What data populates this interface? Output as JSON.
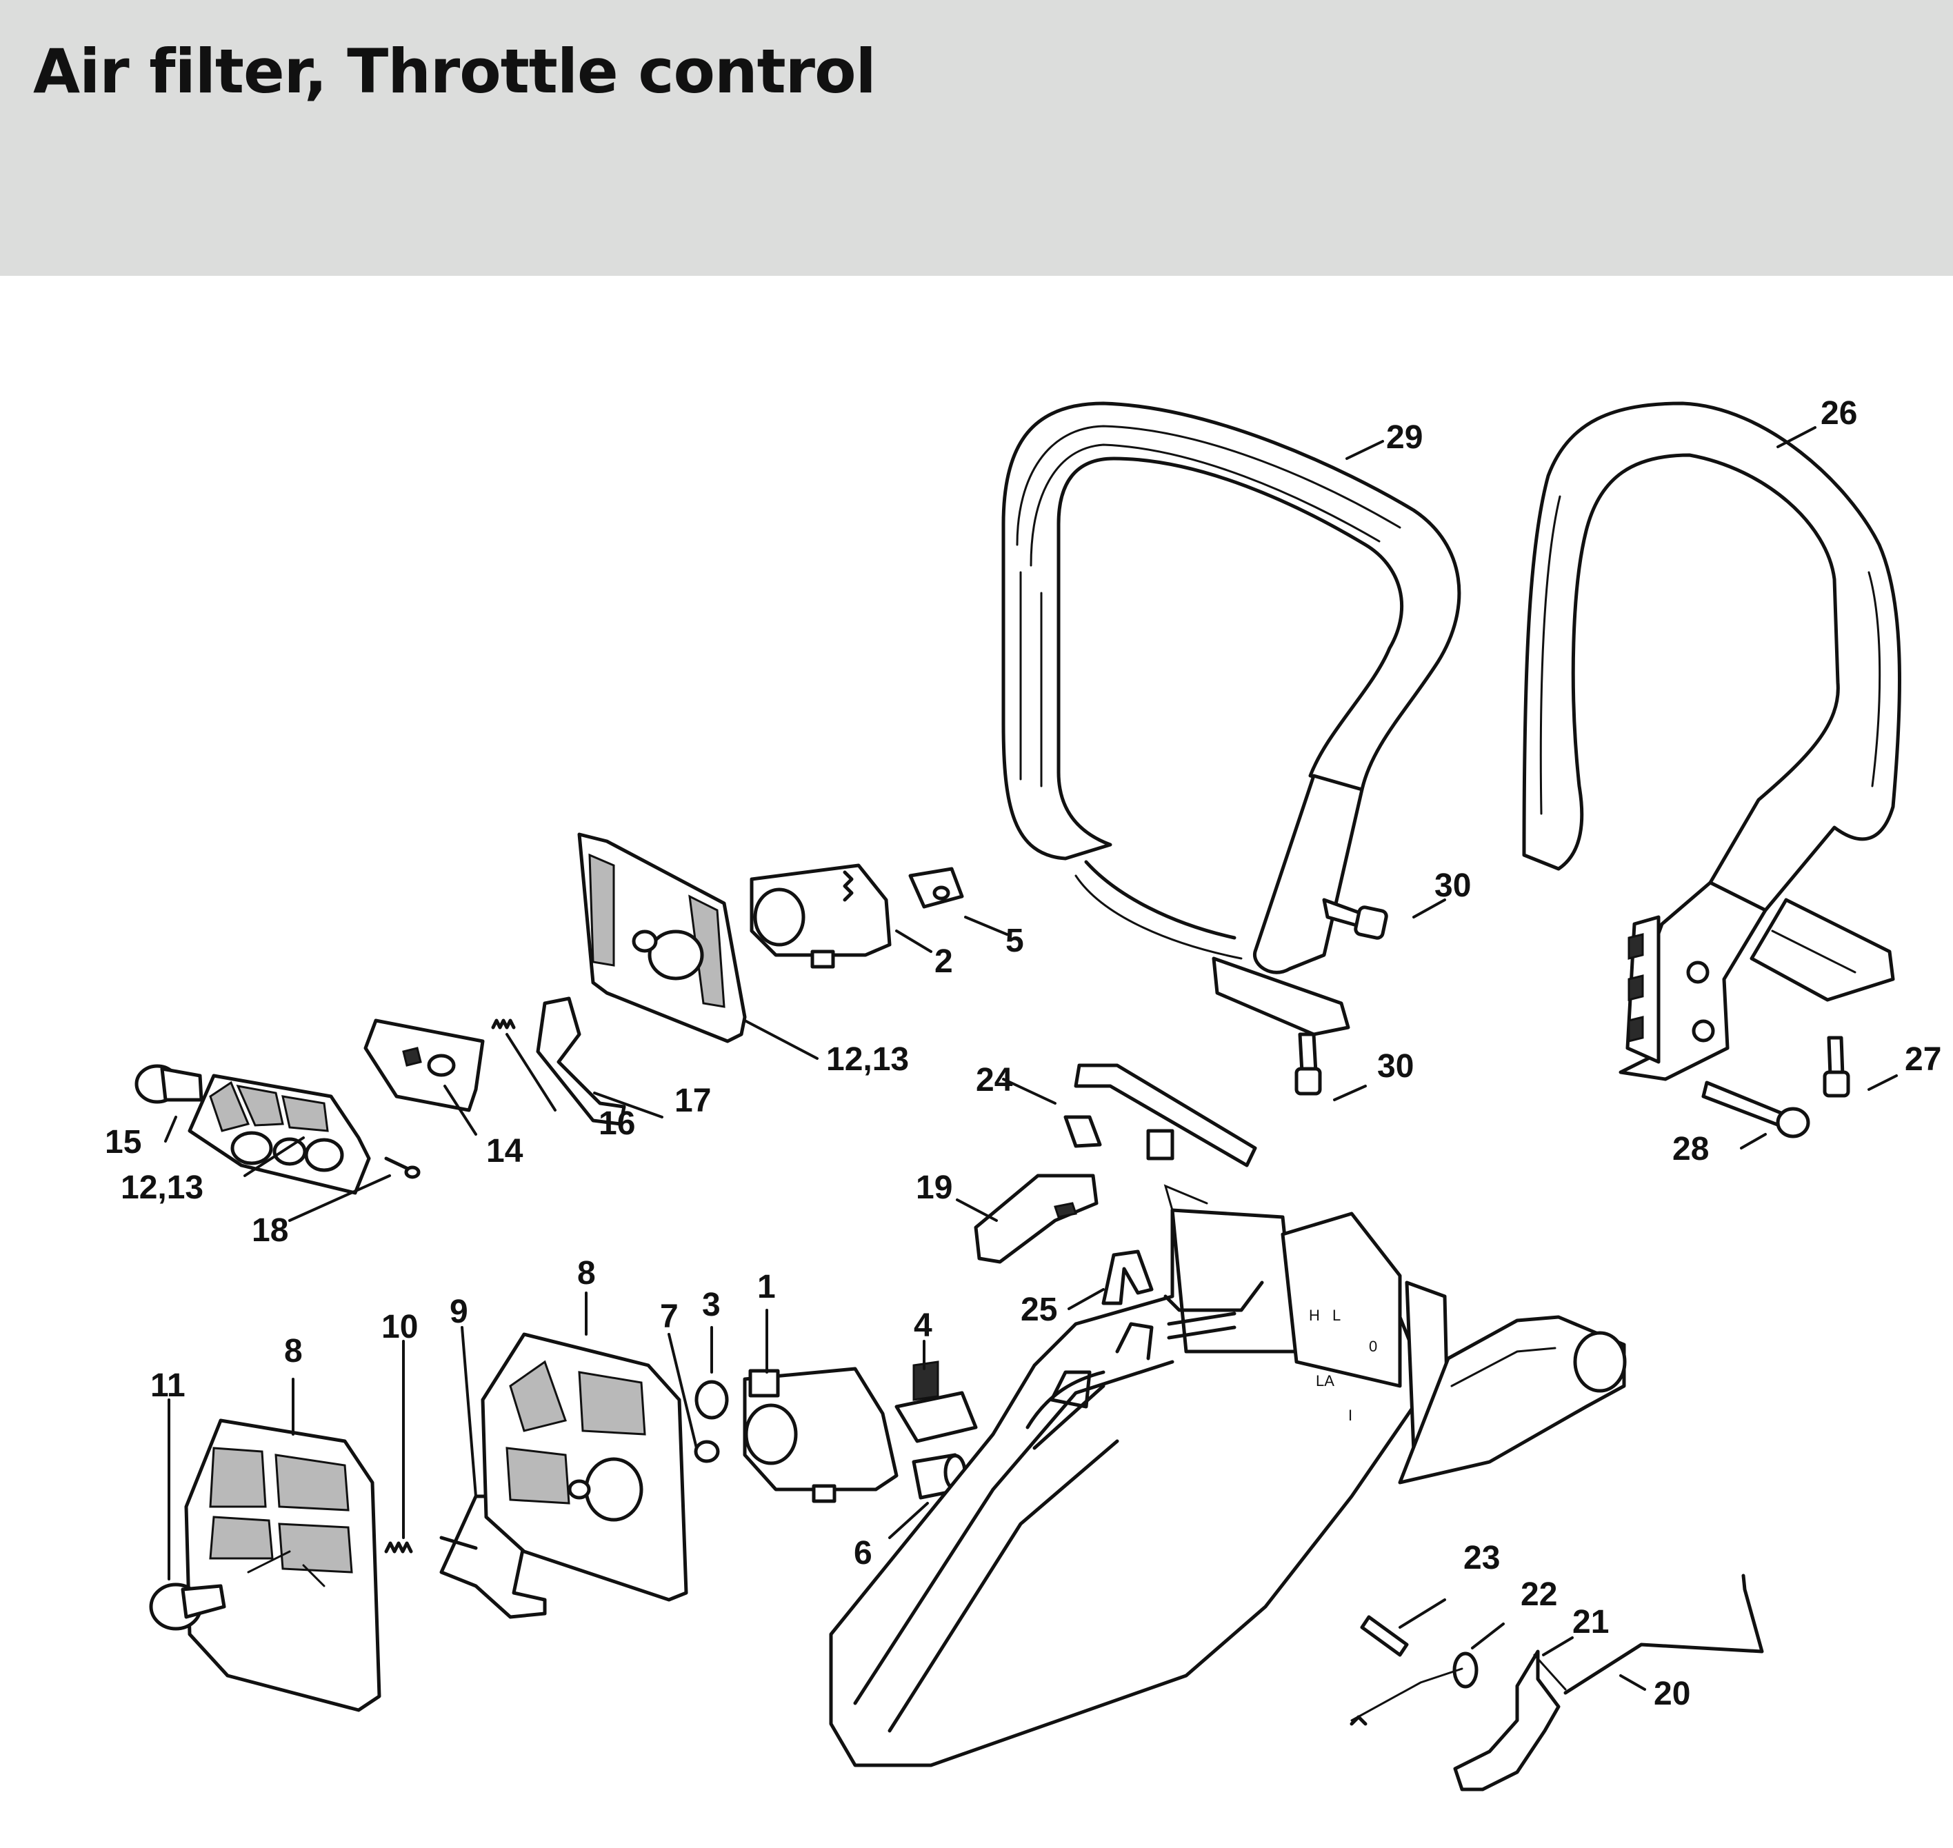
{
  "title": "Air filter, Throttle control",
  "callouts": {
    "c1": "1",
    "c2": "2",
    "c3": "3",
    "c4": "4",
    "c5": "5",
    "c6": "6",
    "c7": "7",
    "c8a": "8",
    "c8b": "8",
    "c9": "9",
    "c10": "10",
    "c11": "11",
    "c1213a": "12,13",
    "c1213b": "12,13",
    "c14": "14",
    "c15": "15",
    "c16": "16",
    "c17": "17",
    "c18": "18",
    "c19": "19",
    "c20": "20",
    "c21": "21",
    "c22": "22",
    "c23": "23",
    "c24": "24",
    "c25": "25",
    "c26": "26",
    "c27": "27",
    "c28": "28",
    "c29": "29",
    "c30a": "30",
    "c30b": "30"
  },
  "housing_marks": {
    "h": "H",
    "l": "L",
    "la": "LA",
    "zero": "0",
    "one": "I"
  }
}
